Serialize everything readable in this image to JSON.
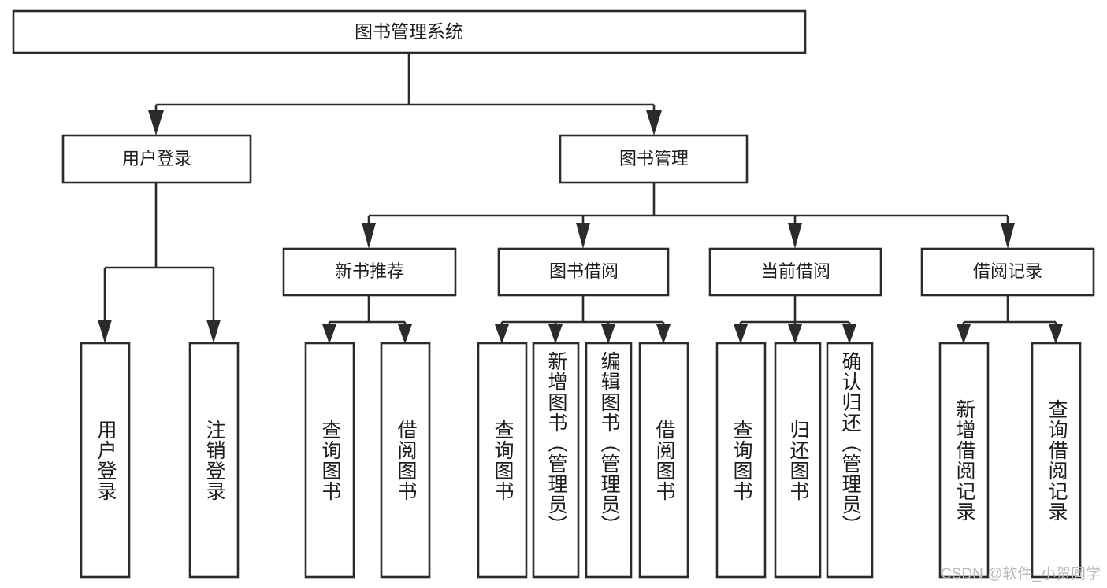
{
  "diagram": {
    "type": "tree-hierarchy",
    "title": "图书管理系统",
    "watermark": "CSDN @软件_小贺同学",
    "colors": {
      "stroke": "#2b2b2b",
      "fill": "#ffffff",
      "text": "#1d1d1d",
      "watermark": "#b9b9b9",
      "background": "#ffffff"
    },
    "root": {
      "label": "图书管理系统",
      "orientation": "horizontal"
    },
    "level2": [
      {
        "label": "用户登录",
        "orientation": "horizontal"
      },
      {
        "label": "图书管理",
        "orientation": "horizontal"
      }
    ],
    "level3": [
      {
        "label": "新书推荐",
        "orientation": "horizontal"
      },
      {
        "label": "图书借阅",
        "orientation": "horizontal"
      },
      {
        "label": "当前借阅",
        "orientation": "horizontal"
      },
      {
        "label": "借阅记录",
        "orientation": "horizontal"
      }
    ],
    "leaves": {
      "user_login": [
        {
          "label": "用户登录",
          "orientation": "vertical"
        },
        {
          "label": "注销登录",
          "orientation": "vertical"
        }
      ],
      "new_book_recommend": [
        {
          "label": "查询图书",
          "orientation": "vertical"
        },
        {
          "label": "借阅图书",
          "orientation": "vertical"
        }
      ],
      "book_borrow": [
        {
          "label": "查询图书",
          "orientation": "vertical"
        },
        {
          "label": "新增图书（管理员）",
          "orientation": "vertical"
        },
        {
          "label": "编辑图书（管理员）",
          "orientation": "vertical"
        },
        {
          "label": "借阅图书",
          "orientation": "vertical"
        }
      ],
      "current_borrow": [
        {
          "label": "查询图书",
          "orientation": "vertical"
        },
        {
          "label": "归还图书",
          "orientation": "vertical"
        },
        {
          "label": "确认归还（管理员）",
          "orientation": "vertical"
        }
      ],
      "borrow_record": [
        {
          "label": "新增借阅记录",
          "orientation": "vertical"
        },
        {
          "label": "查询借阅记录",
          "orientation": "vertical"
        }
      ]
    }
  }
}
